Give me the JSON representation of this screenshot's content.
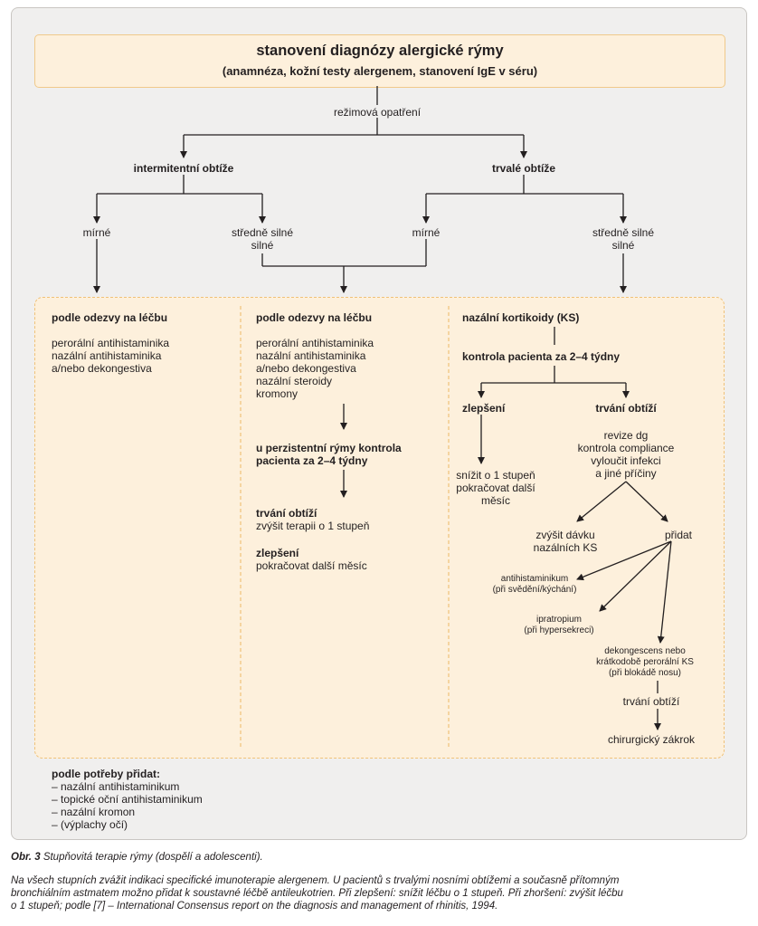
{
  "title": {
    "main": "stanovení diagnózy alergické rýmy",
    "sub": "(anamnéza, kožní testy alergenem, stanovení IgE v séru)"
  },
  "flow": {
    "regime": "režimová opatření",
    "intermittent": "intermitentní obtíže",
    "persistent": "trvalé obtíže",
    "int_mild": "mírné",
    "int_severe_1": "středně silné",
    "int_severe_2": "silné",
    "per_mild": "mírné",
    "per_severe_1": "středně silné",
    "per_severe_2": "silné"
  },
  "col1": {
    "heading": "podle odezvy na léčbu",
    "items": [
      "perorální antihistaminika",
      "nazální antihistaminika",
      "a/nebo dekongestiva"
    ]
  },
  "col2": {
    "heading": "podle odezvy na léčbu",
    "items": [
      "perorální antihistaminika",
      "nazální antihistaminika",
      "a/nebo dekongestiva",
      "nazální steroidy",
      "kromony"
    ],
    "control_1": "u perzistentní rýmy kontrola",
    "control_2": "pacienta za 2–4 týdny",
    "persist_head": "trvání obtíží",
    "persist_text": "zvýšit terapii o 1 stupeň",
    "improve_head": "zlepšení",
    "improve_text": "pokračovat další měsíc"
  },
  "col3": {
    "heading": "nazální kortikoidy (KS)",
    "control": "kontrola pacienta za 2–4 týdny",
    "improve_head": "zlepšení",
    "improve_text": [
      "snížit o 1 stupeň",
      "pokračovat další",
      "měsíc"
    ],
    "persist_head": "trvání obtíží",
    "persist_text": [
      "revize dg",
      "kontrola compliance",
      "vyloučit infekci",
      "a jiné příčiny"
    ],
    "increase": [
      "zvýšit dávku",
      "nazálních KS"
    ],
    "add": "přidat",
    "antihist": [
      "antihistaminikum",
      "(při svědění/kýchání)"
    ],
    "ipratropium": [
      "ipratropium",
      "(při hypersekreci)"
    ],
    "decong": [
      "dekongescens nebo",
      "krátkodobě perorální KS",
      "(při blokádě nosu)"
    ],
    "persist2": "trvání obtíží",
    "surgery": "chirurgický zákrok"
  },
  "as_needed": {
    "heading": "podle potřeby přidat:",
    "items": [
      "– nazální antihistaminikum",
      "– topické oční antihistaminikum",
      "– nazální kromon",
      "– (výplachy očí)"
    ]
  },
  "caption": {
    "label": "Obr. 3",
    "title": "Stupňovitá terapie rýmy (dospělí a adolescenti).",
    "note_1": "Na všech stupních zvážit indikaci specifické imunoterapie alergenem. U pacientů s trvalými nosními obtížemi a současně přítomným",
    "note_2": "bronchiálním astmatem možno přidat k soustavné léčbě antileukotrien. Při zlepšení: snížit léčbu o 1 stupeň. Při zhoršení: zvýšit léčbu",
    "note_3": "o 1 stupeň; podle [7] – International Consensus report on the diagnosis and management of rhinitis, 1994."
  },
  "colors": {
    "panel": "#f0efee",
    "title_bg": "#fdf0dc",
    "dashed_border": "#f0c278",
    "ink": "#231f20"
  }
}
